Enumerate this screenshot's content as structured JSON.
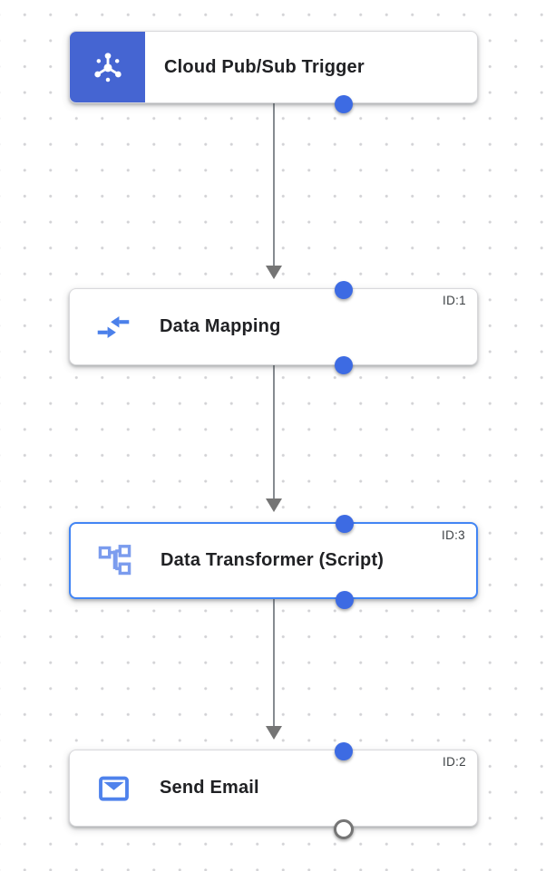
{
  "canvas": {
    "kind": "integration-workflow-canvas",
    "grid": "dotted"
  },
  "colors": {
    "trigger_block": "#4565d2",
    "port_connected": "#3d6be3",
    "port_open_border": "#757575",
    "edge_line": "#868b90",
    "arrowhead": "#757575",
    "selected_border": "#4285f4",
    "node_border": "#d9d9dc",
    "title_text": "#202124",
    "id_text": "#3c4043",
    "grid_dot": "#d2d2d5",
    "icon_pubsub": "#ffffff",
    "icon_data_mapping": "#4b80ea",
    "icon_data_transformer": "#7b9cee",
    "icon_send_email": "#4f82ec"
  },
  "nodes": [
    {
      "title": "Cloud Pub/Sub Trigger",
      "id_label": "",
      "icon": "pubsub-trigger-icon",
      "kind": "trigger",
      "selected": false
    },
    {
      "title": "Data Mapping",
      "id_label": "ID:1",
      "icon": "data-mapping-icon",
      "kind": "task",
      "selected": false
    },
    {
      "title": "Data Transformer (Script)",
      "id_label": "ID:3",
      "icon": "data-transformer-icon",
      "kind": "task",
      "selected": true
    },
    {
      "title": "Send Email",
      "id_label": "ID:2",
      "icon": "send-email-icon",
      "kind": "task",
      "selected": false
    }
  ],
  "edges": [
    {
      "from": "Cloud Pub/Sub Trigger",
      "to": "Data Mapping"
    },
    {
      "from": "Data Mapping",
      "to": "Data Transformer (Script)"
    },
    {
      "from": "Data Transformer (Script)",
      "to": "Send Email"
    }
  ]
}
